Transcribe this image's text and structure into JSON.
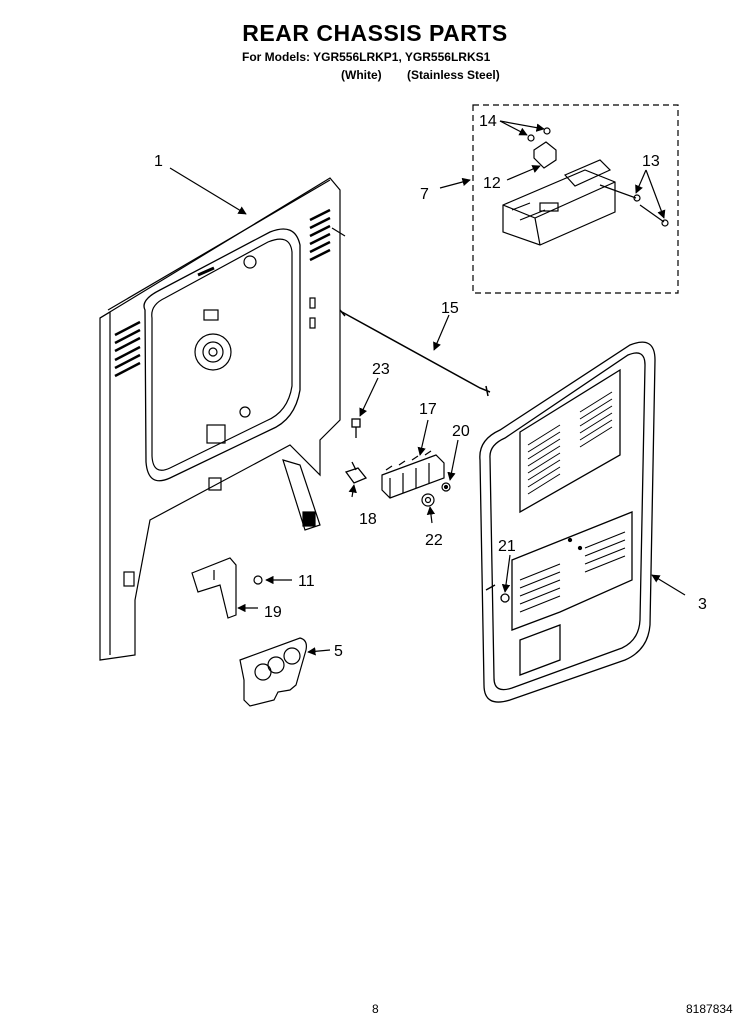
{
  "header": {
    "title": "REAR CHASSIS PARTS",
    "models_line": "For Models: YGR556LRKP1, YGR556LRKS1",
    "variant_white": "(White)",
    "variant_steel": "(Stainless Steel)"
  },
  "callouts": {
    "c1": "1",
    "c3": "3",
    "c5": "5",
    "c7": "7",
    "c11": "11",
    "c12": "12",
    "c13": "13",
    "c14": "14",
    "c15": "15",
    "c17": "17",
    "c18": "18",
    "c19": "19",
    "c20": "20",
    "c21": "21",
    "c22": "22",
    "c23": "23"
  },
  "footer": {
    "page_number": "8",
    "document_number": "8187834"
  }
}
